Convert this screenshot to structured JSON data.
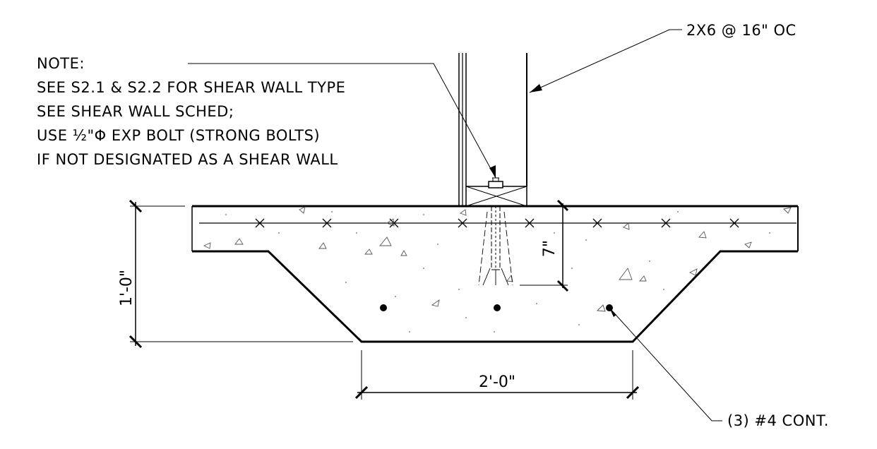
{
  "note": {
    "heading": "NOTE:",
    "lines": [
      "SEE S2.1 & S2.2 FOR SHEAR WALL TYPE",
      "SEE SHEAR WALL SCHED;",
      "USE ½\"Φ EXP BOLT (STRONG BOLTS)",
      "IF NOT DESIGNATED AS A SHEAR WALL"
    ]
  },
  "callouts": {
    "stud": "2X6 @ 16\" OC",
    "rebar": "(3) #4 CONT."
  },
  "dimensions": {
    "depth": "1'-0\"",
    "width": "2'-0\"",
    "embed": "7\""
  }
}
